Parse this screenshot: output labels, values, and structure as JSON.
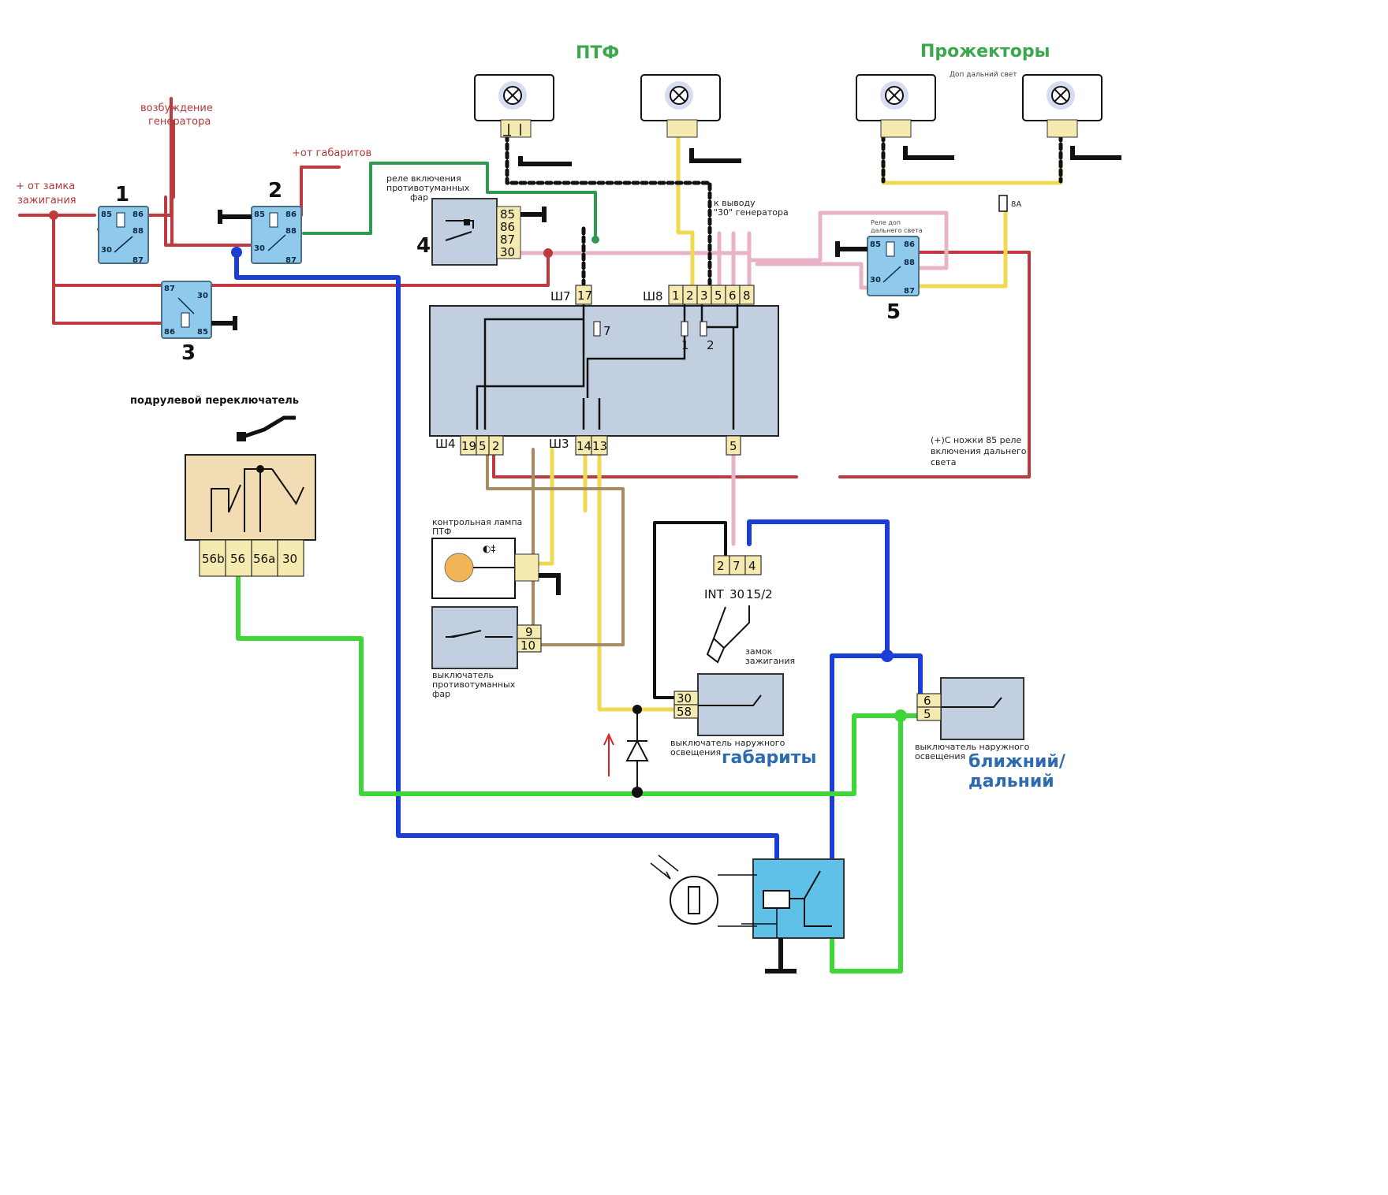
{
  "headings": {
    "fog": "ПТФ",
    "spot": "Прожекторы",
    "spot_sub": "Доп дальний свет",
    "steering": "подрулевой переключатель",
    "parking": "габариты",
    "beam_1": "ближний/",
    "beam_2": "дальний"
  },
  "labels": {
    "generator_excitation_1": "возбуждение",
    "generator_excitation_2": "генератора",
    "from_ignition_1": "+ от замка",
    "from_ignition_2": "зажигания",
    "from_parking": "+от габаритов",
    "fog_relay_1": "реле включения",
    "fog_relay_2": "противотуманных",
    "fog_relay_3": "фар",
    "to_generator_1": "к выводу",
    "to_generator_2": "\"30\" генератора",
    "hb_relay_1": "Реле доп",
    "hb_relay_2": "дальнего света",
    "fuse_8a": "8А",
    "from_85_1": "(+)С ножки 85 реле",
    "from_85_2": "включения дальнего",
    "from_85_3": "света",
    "fog_lamp_1": "контрольная лампа",
    "fog_lamp_2": "ПТФ",
    "fog_switch_1": "выключатель",
    "fog_switch_2": "противотуманных",
    "fog_switch_3": "фар",
    "ign_lock_1": "замок",
    "ign_lock_2": "зажигания",
    "ext_light_1": "выключатель наружного",
    "ext_light_2": "освещения"
  },
  "relays": [
    {
      "number": "1",
      "pins": [
        "85",
        "86",
        "88",
        "30",
        "87"
      ]
    },
    {
      "number": "2",
      "pins": [
        "85",
        "86",
        "88",
        "30",
        "87"
      ]
    },
    {
      "number": "3",
      "pins": [
        "87",
        "30",
        "86",
        "85"
      ]
    },
    {
      "number": "4",
      "pins": [
        "85",
        "86",
        "87",
        "30"
      ]
    },
    {
      "number": "5",
      "pins": [
        "85",
        "86",
        "88",
        "30",
        "87"
      ]
    }
  ],
  "fuse_block": {
    "connectors": {
      "sh7": {
        "label": "Ш7",
        "pins": [
          "17"
        ]
      },
      "sh8": {
        "label": "Ш8",
        "pins": [
          "1",
          "2",
          "3",
          "5",
          "6",
          "8"
        ]
      },
      "sh4": {
        "label": "Ш4",
        "pins": [
          "19",
          "5",
          "2"
        ]
      },
      "sh3": {
        "label": "Ш3",
        "pins": [
          "14",
          "13"
        ]
      },
      "bottom_right": {
        "pins": [
          "5"
        ]
      }
    },
    "fuses": [
      "7",
      "1",
      "2"
    ]
  },
  "steering_switch": {
    "pins": [
      "56b",
      "56",
      "56a",
      "30"
    ]
  },
  "fog_switch_pins": [
    "9",
    "10"
  ],
  "ignition": {
    "pins": [
      "2",
      "7",
      "4"
    ],
    "terminals": [
      "INT",
      "30",
      "15/2"
    ]
  },
  "ext_light_switch_a": {
    "pins": [
      "30",
      "58"
    ]
  },
  "ext_light_switch_b": {
    "pins": [
      "6",
      "5"
    ]
  },
  "colors": {
    "red": "#c0393f",
    "green_dark": "#2f9a4f",
    "green_bright": "#3fd63a",
    "blue": "#1b3fd6",
    "yellow": "#f0d850",
    "pink": "#e8b2c8",
    "brown": "#a88c64",
    "heading_green": "#3aa84b",
    "heading_blue": "#2d6bb0"
  }
}
